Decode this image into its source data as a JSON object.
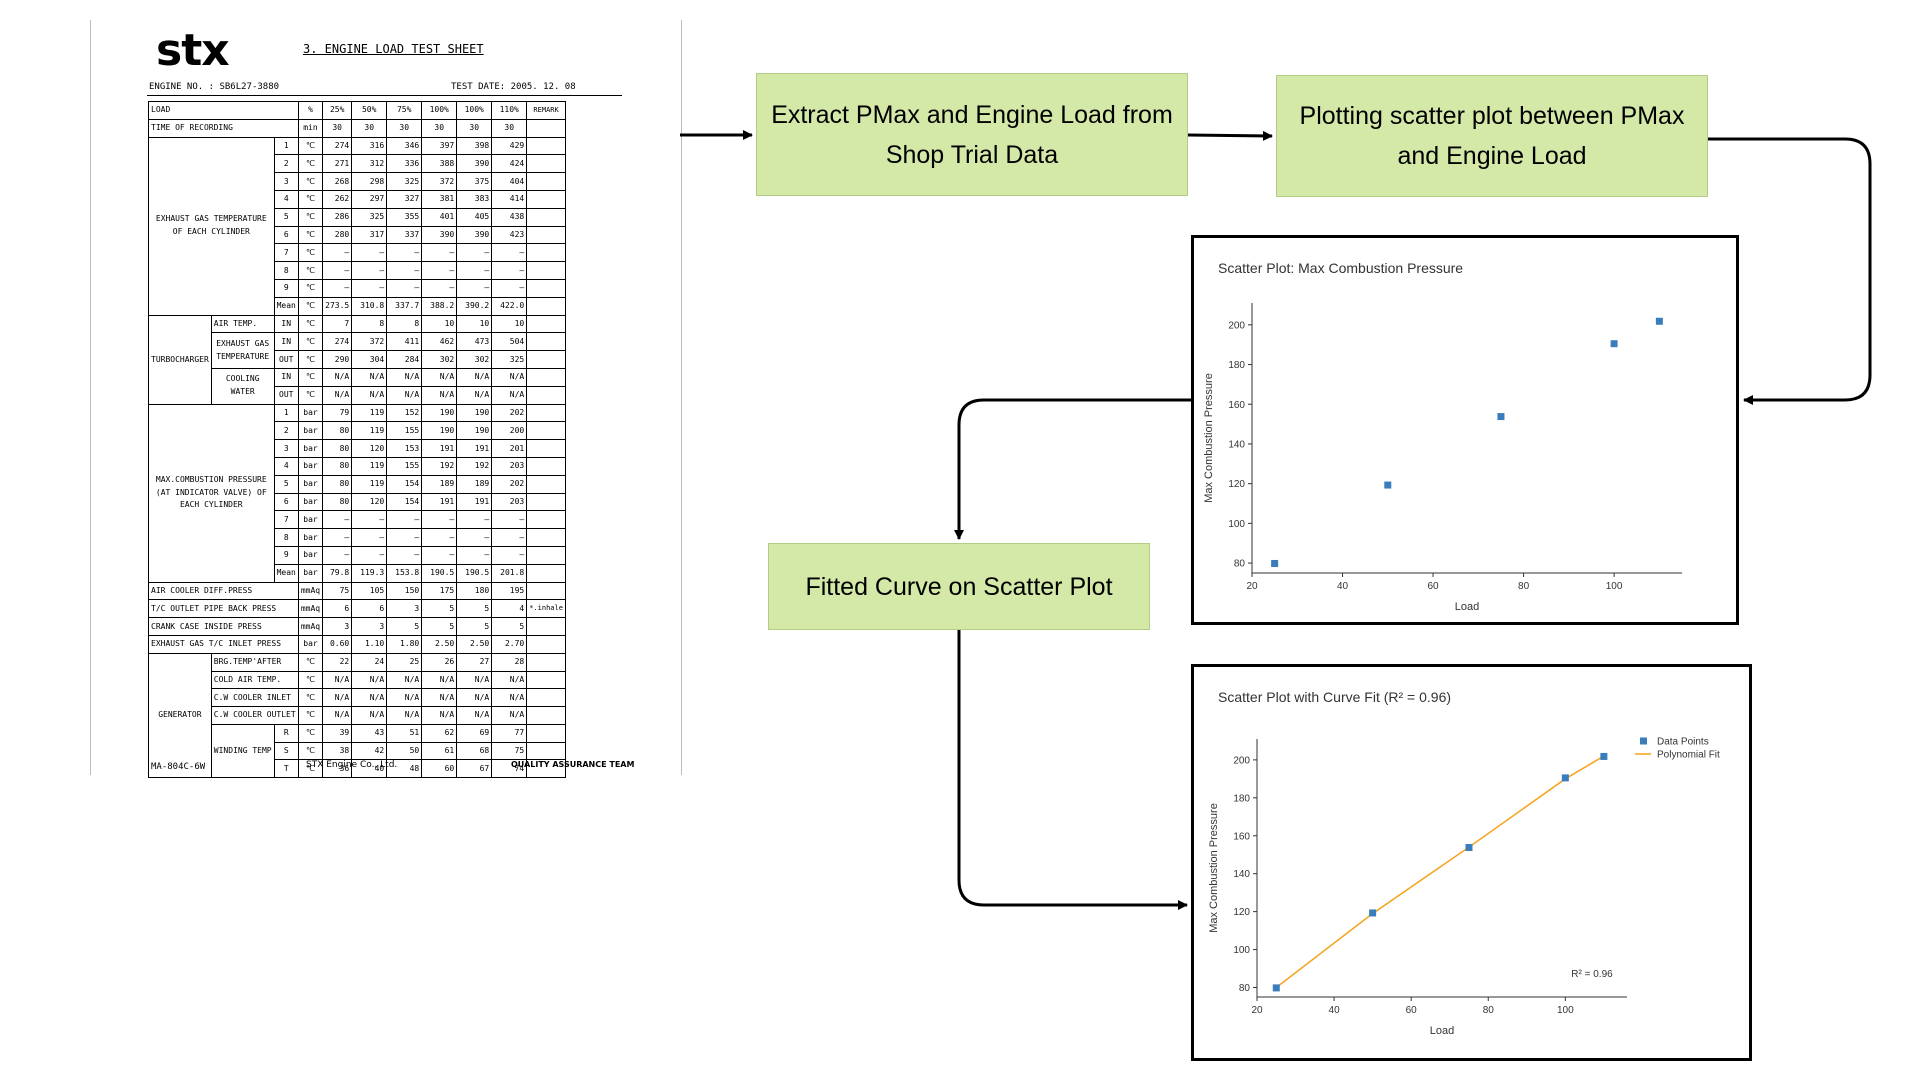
{
  "sheet": {
    "logo": "stx",
    "title": "3. ENGINE LOAD TEST SHEET",
    "engine_no_label": "ENGINE NO. :",
    "engine_no": "SB6L27-3880",
    "test_date_label": "TEST DATE:",
    "test_date": "2005. 12. 08",
    "footer_left": "MA-804C-6W",
    "footer_center": "STX Engine Co., Ltd.",
    "footer_right": "QUALITY ASSURANCE TEAM",
    "rows": [
      [
        "LOAD",
        "",
        "%",
        "25%",
        "50%",
        "75%",
        "100%",
        "100%",
        "110%",
        "REMARK"
      ],
      [
        "TIME OF RECORDING",
        "",
        "min",
        "30",
        "30",
        "30",
        "30",
        "30",
        "30",
        ""
      ],
      [
        "",
        "1",
        "℃",
        "274",
        "316",
        "346",
        "397",
        "398",
        "429",
        ""
      ],
      [
        "",
        "2",
        "℃",
        "271",
        "312",
        "336",
        "388",
        "390",
        "424",
        ""
      ],
      [
        "",
        "3",
        "℃",
        "268",
        "298",
        "325",
        "372",
        "375",
        "404",
        ""
      ],
      [
        "EXHAUST GAS TEMPERATURE OF EACH CYLINDER",
        "4",
        "℃",
        "262",
        "297",
        "327",
        "381",
        "383",
        "414",
        ""
      ],
      [
        "",
        "5",
        "℃",
        "286",
        "325",
        "355",
        "401",
        "405",
        "438",
        ""
      ],
      [
        "",
        "6",
        "℃",
        "280",
        "317",
        "337",
        "390",
        "390",
        "423",
        ""
      ],
      [
        "",
        "7",
        "℃",
        "—",
        "—",
        "—",
        "—",
        "—",
        "—",
        ""
      ],
      [
        "",
        "8",
        "℃",
        "—",
        "—",
        "—",
        "—",
        "—",
        "—",
        ""
      ],
      [
        "",
        "9",
        "℃",
        "—",
        "—",
        "—",
        "—",
        "—",
        "—",
        ""
      ],
      [
        "",
        "Mean",
        "℃",
        "273.5",
        "310.8",
        "337.7",
        "388.2",
        "390.2",
        "422.0",
        ""
      ],
      [
        "TURBOCHARGER",
        "AIR TEMP.",
        "IN",
        "℃",
        "7",
        "8",
        "8",
        "10",
        "10",
        "10",
        ""
      ],
      [
        "",
        "EXHAUST GAS TEMPERATURE",
        "IN",
        "℃",
        "274",
        "372",
        "411",
        "462",
        "473",
        "504",
        ""
      ],
      [
        "",
        "",
        "OUT",
        "℃",
        "290",
        "304",
        "284",
        "302",
        "302",
        "325",
        ""
      ],
      [
        "",
        "COOLING WATER",
        "IN",
        "℃",
        "N/A",
        "N/A",
        "N/A",
        "N/A",
        "N/A",
        "N/A",
        ""
      ],
      [
        "",
        "",
        "OUT",
        "℃",
        "N/A",
        "N/A",
        "N/A",
        "N/A",
        "N/A",
        "N/A",
        ""
      ],
      [
        "",
        "1",
        "bar",
        "79",
        "119",
        "152",
        "190",
        "190",
        "202",
        ""
      ],
      [
        "",
        "2",
        "bar",
        "80",
        "119",
        "155",
        "190",
        "190",
        "200",
        ""
      ],
      [
        "",
        "3",
        "bar",
        "80",
        "120",
        "153",
        "191",
        "191",
        "201",
        ""
      ],
      [
        "MAX.COMBUSTION PRESSURE (AT INDICATOR VALVE) OF EACH CYLINDER",
        "4",
        "bar",
        "80",
        "119",
        "155",
        "192",
        "192",
        "203",
        ""
      ],
      [
        "",
        "5",
        "bar",
        "80",
        "119",
        "154",
        "189",
        "189",
        "202",
        ""
      ],
      [
        "",
        "6",
        "bar",
        "80",
        "120",
        "154",
        "191",
        "191",
        "203",
        ""
      ],
      [
        "",
        "7",
        "bar",
        "—",
        "—",
        "—",
        "—",
        "—",
        "—",
        ""
      ],
      [
        "",
        "8",
        "bar",
        "—",
        "—",
        "—",
        "—",
        "—",
        "—",
        ""
      ],
      [
        "",
        "9",
        "bar",
        "—",
        "—",
        "—",
        "—",
        "—",
        "—",
        ""
      ],
      [
        "",
        "Mean",
        "bar",
        "79.8",
        "119.3",
        "153.8",
        "190.5",
        "190.5",
        "201.8",
        ""
      ],
      [
        "AIR COOLER DIFF.PRESS",
        "",
        "mmAq",
        "75",
        "105",
        "150",
        "175",
        "180",
        "195",
        ""
      ],
      [
        "T/C OUTLET PIPE BACK PRESS",
        "",
        "mmAq",
        "6",
        "6",
        "3",
        "5",
        "5",
        "4",
        "*.inhale"
      ],
      [
        "CRANK CASE INSIDE PRESS",
        "",
        "mmAq",
        "3",
        "3",
        "5",
        "5",
        "5",
        "5",
        ""
      ],
      [
        "EXHAUST GAS T/C INLET PRESS",
        "",
        "bar",
        "0.60",
        "1.10",
        "1.80",
        "2.50",
        "2.50",
        "2.70",
        ""
      ],
      [
        "GENERATOR",
        "BRG.TEMP'AFTER",
        "",
        "℃",
        "22",
        "24",
        "25",
        "26",
        "27",
        "28",
        ""
      ],
      [
        "",
        "COLD AIR TEMP.",
        "",
        "℃",
        "N/A",
        "N/A",
        "N/A",
        "N/A",
        "N/A",
        "N/A",
        ""
      ],
      [
        "",
        "C.W COOLER INLET",
        "",
        "℃",
        "N/A",
        "N/A",
        "N/A",
        "N/A",
        "N/A",
        "N/A",
        ""
      ],
      [
        "",
        "C.W COOLER OUTLET",
        "",
        "℃",
        "N/A",
        "N/A",
        "N/A",
        "N/A",
        "N/A",
        "N/A",
        ""
      ],
      [
        "",
        "",
        "R",
        "℃",
        "39",
        "43",
        "51",
        "62",
        "69",
        "77",
        ""
      ],
      [
        "",
        "WINDING TEMP",
        "S",
        "℃",
        "38",
        "42",
        "50",
        "61",
        "68",
        "75",
        ""
      ],
      [
        "",
        "",
        "T",
        "℃",
        "36",
        "40",
        "48",
        "60",
        "67",
        "74",
        ""
      ]
    ]
  },
  "flow": {
    "extract": "Extract PMax and Engine Load from Shop Trial Data",
    "plot": "Plotting scatter plot between PMax and Engine Load",
    "fit": "Fitted Curve on Scatter Plot"
  },
  "chart_data": [
    {
      "type": "scatter",
      "title": "Scatter Plot: Max Combustion Pressure",
      "xlabel": "Load",
      "ylabel": "Max Combustion Pressure",
      "xlim": [
        20,
        115
      ],
      "ylim": [
        75,
        211
      ],
      "xticks": [
        20,
        40,
        60,
        80,
        100
      ],
      "yticks": [
        80,
        100,
        120,
        140,
        160,
        180,
        200
      ],
      "grid": false,
      "series": [
        {
          "x": [
            25,
            50,
            75,
            100,
            110
          ],
          "y": [
            79.8,
            119.3,
            153.8,
            190.5,
            201.8
          ],
          "color": "#3a7dbb"
        }
      ]
    },
    {
      "type": "scatter",
      "title": "Scatter Plot with Curve Fit (R² = 0.96)",
      "xlabel": "Load",
      "ylabel": "Max Combustion Pressure",
      "xlim": [
        20,
        116
      ],
      "ylim": [
        75,
        211
      ],
      "xticks": [
        20,
        40,
        60,
        80,
        100
      ],
      "yticks": [
        80,
        100,
        120,
        140,
        160,
        180,
        200
      ],
      "grid": false,
      "legend": "top-right",
      "annotation": "R² = 0.96",
      "series": [
        {
          "name": "Data Points",
          "x": [
            25,
            50,
            75,
            100,
            110
          ],
          "y": [
            79.8,
            119.3,
            153.8,
            190.5,
            201.8
          ],
          "color": "#3a7dbb"
        },
        {
          "name": "Polynomial Fit",
          "x": [
            25,
            50,
            75,
            100,
            110
          ],
          "y": [
            80,
            119,
            154,
            190,
            202
          ],
          "color": "#f5a623"
        }
      ]
    }
  ]
}
